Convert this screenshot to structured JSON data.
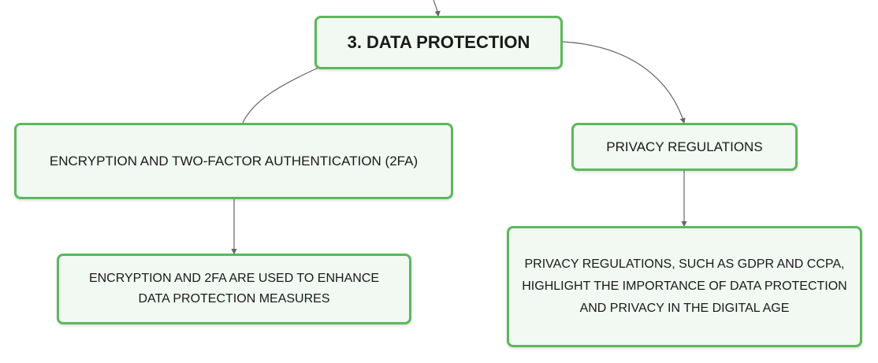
{
  "diagram": {
    "root": {
      "label": "3. DATA PROTECTION"
    },
    "encryption": {
      "label": "ENCRYPTION AND TWO-FACTOR AUTHENTICATION (2FA)"
    },
    "encryption_detail": {
      "label": "ENCRYPTION AND 2FA ARE USED TO ENHANCE DATA PROTECTION MEASURES"
    },
    "privacy": {
      "label": "PRIVACY REGULATIONS"
    },
    "privacy_detail": {
      "label": "PRIVACY REGULATIONS, SUCH AS GDPR AND CCPA, HIGHLIGHT THE IMPORTANCE OF DATA PROTECTION AND PRIVACY IN THE DIGITAL AGE"
    }
  },
  "colors": {
    "node_border": "#5cb85c",
    "node_fill": "#f1f9f2",
    "connector": "#666666"
  }
}
